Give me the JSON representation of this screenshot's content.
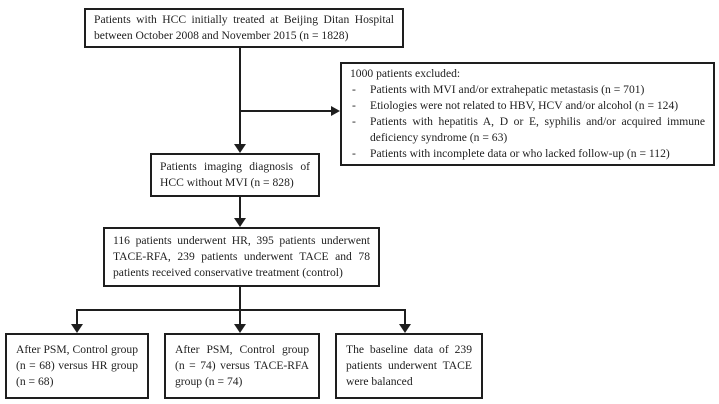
{
  "figure": {
    "colors": {
      "background": "#ffffff",
      "box_border": "#1e1e1e",
      "text": "#1e1e1e",
      "arrow": "#1e1e1e"
    },
    "boxes": {
      "initial": {
        "text": "Patients with HCC initially treated at Beijing Ditan Hospital between October 2008 and November 2015 (n = 1828)"
      },
      "excluded": {
        "header": "1000 patients excluded:",
        "bullet": "-",
        "items": [
          "Patients with MVI and/or extrahepatic metastasis (n = 701)",
          "Etiologies were not related to HBV, HCV and/or alcohol (n = 124)",
          "Patients with hepatitis A, D or E, syphilis and/or acquired immune deficiency syndrome (n = 63)",
          "Patients with incomplete data or who lacked follow-up (n = 112)"
        ]
      },
      "diagnosis": {
        "text": "Patients imaging diagnosis of HCC without MVI (n = 828)"
      },
      "treatment": {
        "text": "116 patients underwent HR, 395 patients underwent TACE-RFA, 239 patients underwent TACE and 78 patients received conservative treatment (control)"
      },
      "psm_hr": {
        "text": "After PSM, Control group (n = 68) versus HR group (n = 68)"
      },
      "psm_tace_rfa": {
        "text": "After PSM, Control group (n = 74) versus TACE-RFA group (n = 74)"
      },
      "tace_balanced": {
        "text": "The baseline data of 239 patients underwent TACE were balanced"
      }
    }
  }
}
